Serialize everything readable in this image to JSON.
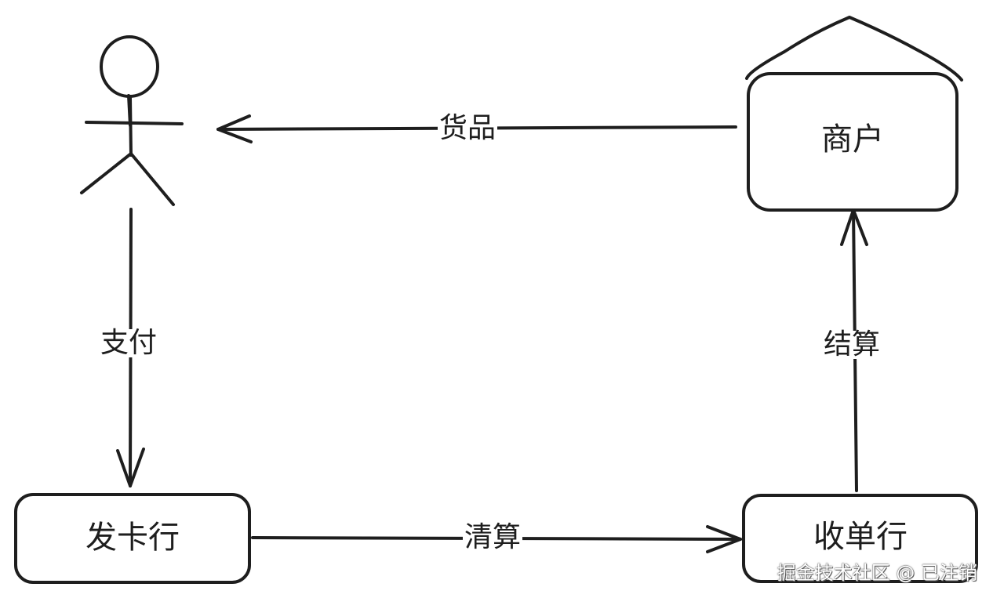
{
  "nodes": {
    "merchant": "商户",
    "issuer_bank": "发卡行",
    "acquirer_bank": "收单行"
  },
  "edges": {
    "goods": "货品",
    "payment": "支付",
    "clearing": "清算",
    "settlement": "结算"
  },
  "watermark": "掘金技术社区 @ 已注销",
  "colors": {
    "stroke": "#1e1e1e",
    "background": "#ffffff"
  }
}
